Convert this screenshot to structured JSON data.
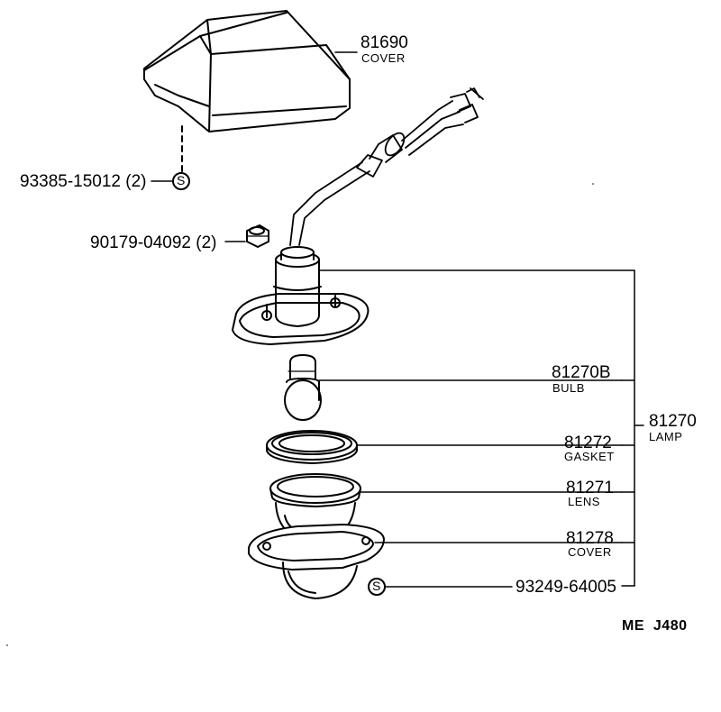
{
  "parts": [
    {
      "id": "cover_top",
      "number": "81690",
      "name": "COVER"
    },
    {
      "id": "screw_top",
      "number": "93385-15012 (2)",
      "symbol": "S"
    },
    {
      "id": "nut",
      "number": "90179-04092 (2)"
    },
    {
      "id": "bulb",
      "number": "81270B",
      "name": "BULB"
    },
    {
      "id": "lamp",
      "number": "81270",
      "name": "LAMP"
    },
    {
      "id": "gasket",
      "number": "81272",
      "name": "GASKET"
    },
    {
      "id": "lens",
      "number": "81271",
      "name": "LENS"
    },
    {
      "id": "cover_bottom",
      "number": "81278",
      "name": "COVER"
    },
    {
      "id": "screw_bottom",
      "number": "93249-64005",
      "symbol": "S"
    }
  ],
  "reference": "ME  J480"
}
